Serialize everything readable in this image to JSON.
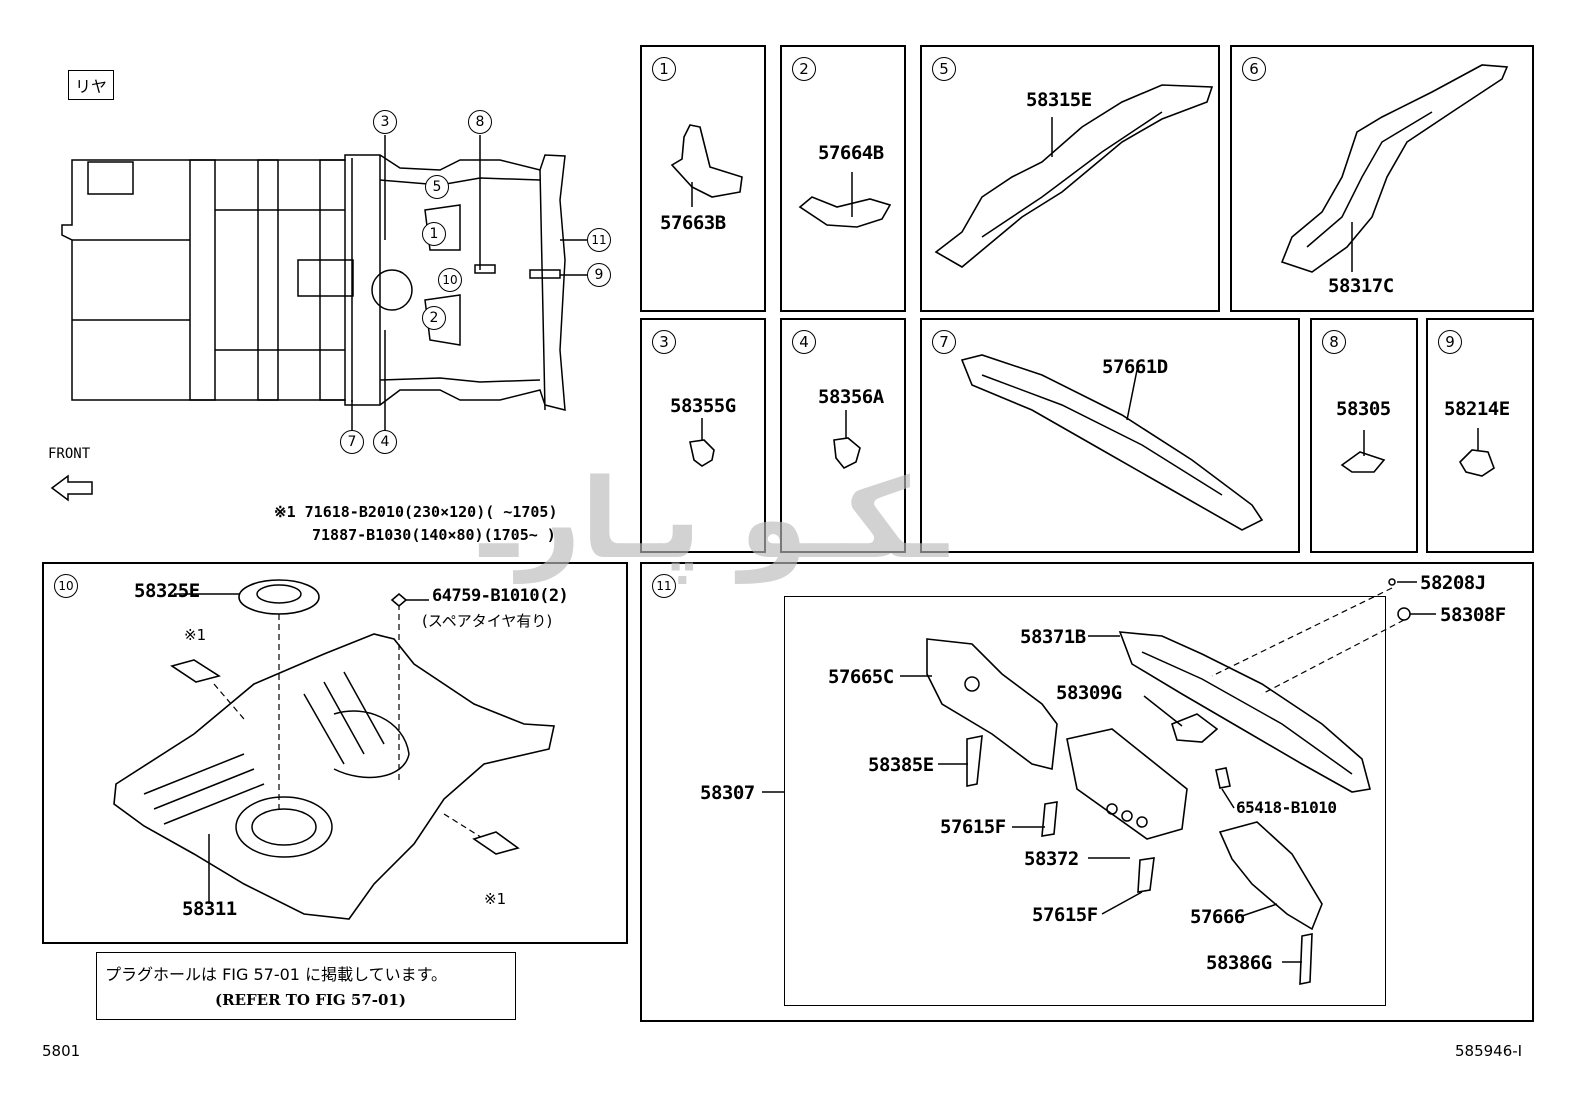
{
  "overview": {
    "rear_label": "リヤ",
    "front_label": "FRONT",
    "callouts": [
      "3",
      "8",
      "5",
      "1",
      "10",
      "11",
      "9",
      "2",
      "7",
      "4"
    ],
    "note_line1": "※1 71618-B2010(230×120)(    ~1705)",
    "note_line2": "71887-B1030(140×80)(1705~    )"
  },
  "panels": {
    "p1": {
      "num": "1",
      "part": "57663B"
    },
    "p2": {
      "num": "2",
      "part": "57664B"
    },
    "p5": {
      "num": "5",
      "part": "58315E"
    },
    "p6": {
      "num": "6",
      "part": "58317C"
    },
    "p3": {
      "num": "3",
      "part": "58355G"
    },
    "p4": {
      "num": "4",
      "part": "58356A"
    },
    "p7": {
      "num": "7",
      "part": "57661D"
    },
    "p8": {
      "num": "8",
      "part": "58305"
    },
    "p9": {
      "num": "9",
      "part": "58214E"
    }
  },
  "panel10": {
    "num": "10",
    "part_top": "58325E",
    "part_plug": "64759-B1010(2)",
    "plug_note": "(スペアタイヤ有り)",
    "mark_a": "※1",
    "mark_b": "※1",
    "part_floor": "58311"
  },
  "panel11": {
    "num": "11",
    "p58208J": "58208J",
    "p58308F": "58308F",
    "p58371B": "58371B",
    "p57665C": "57665C",
    "p58309G": "58309G",
    "p58385E": "58385E",
    "p58307": "58307",
    "p57615F_a": "57615F",
    "p65418": "65418-B1010",
    "p58372": "58372",
    "p57615F_b": "57615F",
    "p57666": "57666",
    "p58386G": "58386G"
  },
  "refer": {
    "jp": "プラグホールは FIG 57-01 に掲載しています。",
    "en": "(REFER TO FIG 57-01)"
  },
  "footer": {
    "left": "5801",
    "right": "585946-I"
  },
  "watermark": "ـكـو پـارـ"
}
